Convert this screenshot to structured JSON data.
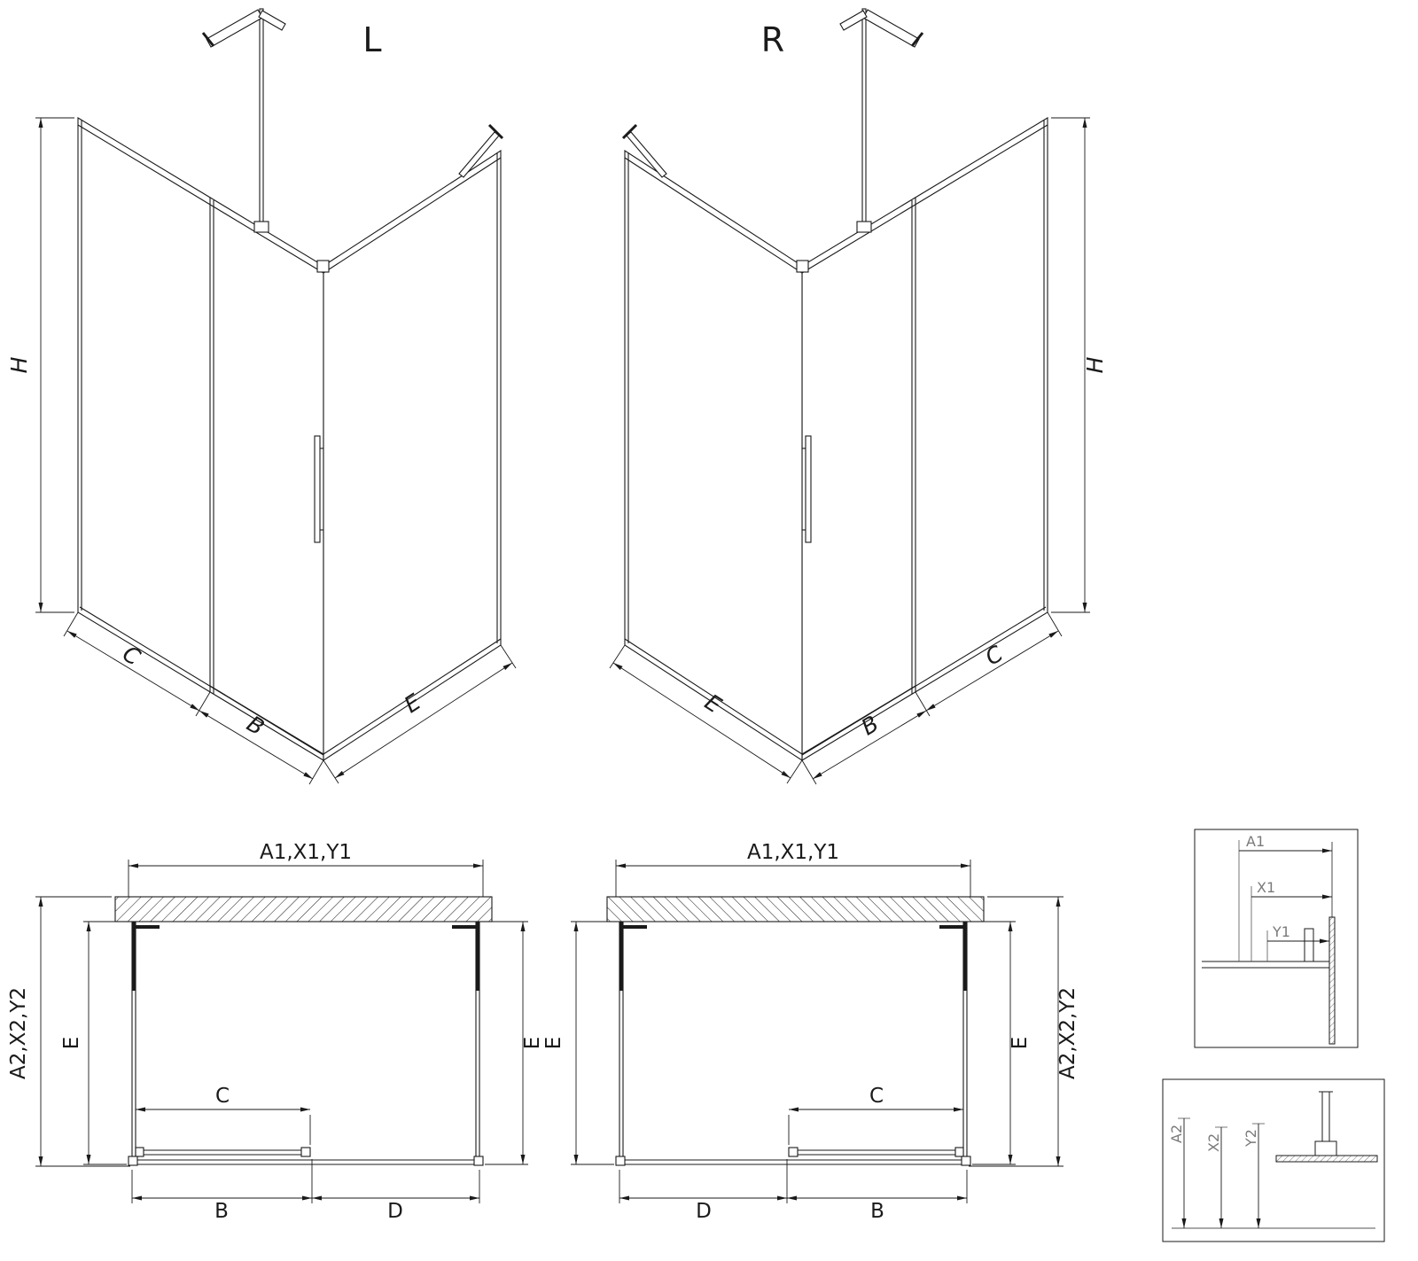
{
  "drawing": {
    "iso_left": {
      "variant": "L",
      "dims": {
        "h": "H",
        "c": "C",
        "b": "B",
        "e": "E"
      }
    },
    "iso_right": {
      "variant": "R",
      "dims": {
        "h": "H",
        "c": "C",
        "b": "B",
        "e": "E"
      }
    },
    "plan_left": {
      "dims": {
        "top": "A1,X1,Y1",
        "side": "A2,X2,Y2",
        "e_left": "E",
        "e_right": "E",
        "c": "C",
        "b": "B",
        "d": "D"
      }
    },
    "plan_right": {
      "dims": {
        "top": "A1,X1,Y1",
        "side": "A2,X2,Y2",
        "e_left": "E",
        "e_right": "E",
        "c": "C",
        "b": "B",
        "d": "D"
      }
    },
    "detail_top": {
      "dims": {
        "a1": "A1",
        "x1": "X1",
        "y1": "Y1"
      }
    },
    "detail_bottom": {
      "dims": {
        "a2": "A2",
        "x2": "X2",
        "y2": "Y2"
      }
    },
    "colors": {
      "line": "#1a1a1a",
      "detail_label": "#7a7a7a",
      "background": "#ffffff"
    }
  }
}
